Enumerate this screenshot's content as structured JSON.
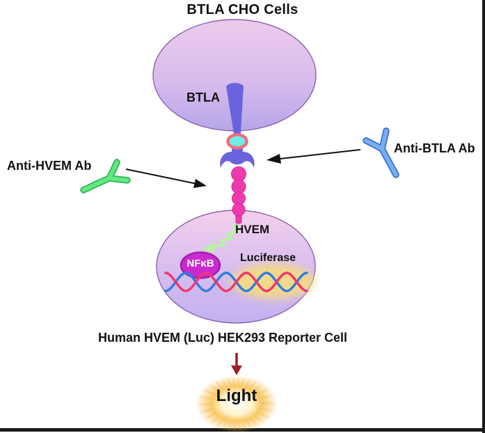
{
  "title": "BTLA CHO Cells",
  "cells": {
    "cho": {
      "label": "BTLA"
    },
    "reporter": {
      "receptor": "HVEM",
      "tf": "NFκB",
      "gene": "Luciferase",
      "caption": "Human HVEM (Luc) HEK293 Reporter Cell"
    }
  },
  "antibodies": {
    "hvem": "Anti-HVEM Ab",
    "btla": "Anti-BTLA Ab"
  },
  "output": {
    "label": "Light"
  },
  "colors": {
    "cell_top_gradient_start": "#ECCAEC",
    "cell_top_gradient_end": "#B5A6EA",
    "cell_bottom_gradient_start": "#F4D0EC",
    "cell_bottom_gradient_end": "#C2B1F0",
    "cell_outline": "#8A5FAE",
    "btla_protein": "#6A63DD",
    "binding_ring": "#F26D7D",
    "binding_core": "#6FEFE6",
    "hvem_beads": "#F03AAC",
    "hvem_beads_outline": "#D02894",
    "signal_zigzag": "#B9F2A4",
    "nfkb_fill": "#C92ACF",
    "nfkb_outline": "#9C1FA8",
    "dna_blue": "#2E7CE0",
    "dna_pink": "#F0366E",
    "luciferase_glow": "#F6DC7E",
    "antibody_green": "#5FE97E",
    "antibody_green_outline": "#35B155",
    "antibody_blue": "#79AEF2",
    "antibody_blue_outline": "#3A6FD0",
    "arrow_black": "#111111",
    "arrow_red": "#A01E1E",
    "burst_orange": "#F5A430"
  }
}
